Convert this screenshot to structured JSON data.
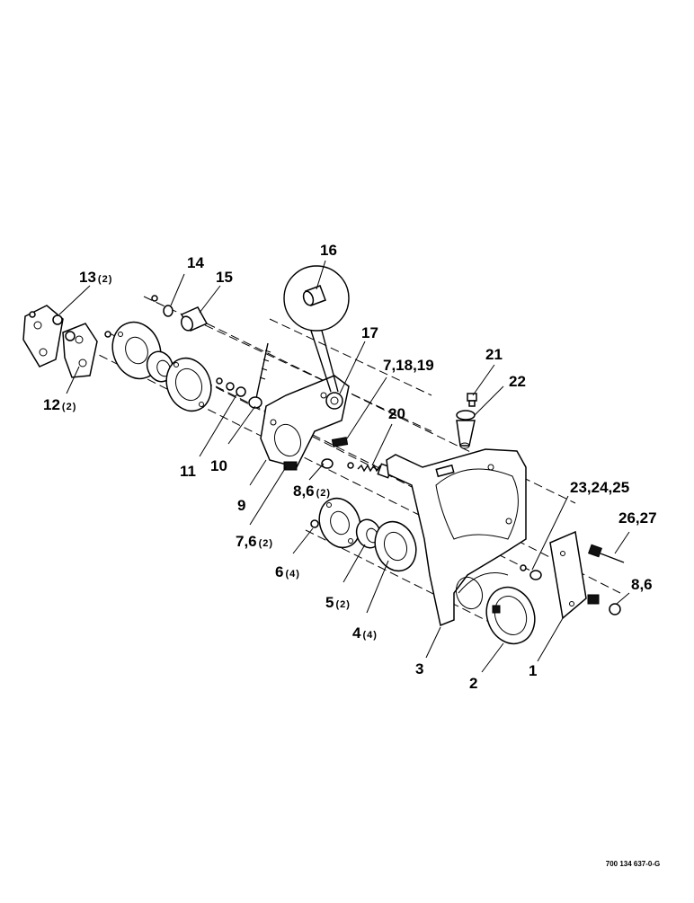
{
  "callouts": [
    {
      "id": "c16",
      "label": "16",
      "qty": ""
    },
    {
      "id": "c14",
      "label": "14",
      "qty": ""
    },
    {
      "id": "c15",
      "label": "15",
      "qty": ""
    },
    {
      "id": "c13",
      "label": "13",
      "qty": "(2)"
    },
    {
      "id": "c12",
      "label": "12",
      "qty": "(2)"
    },
    {
      "id": "c17",
      "label": "17",
      "qty": ""
    },
    {
      "id": "c7_18_19",
      "label": "7,18,19",
      "qty": ""
    },
    {
      "id": "c21",
      "label": "21",
      "qty": ""
    },
    {
      "id": "c22",
      "label": "22",
      "qty": ""
    },
    {
      "id": "c20",
      "label": "20",
      "qty": ""
    },
    {
      "id": "c11",
      "label": "11",
      "qty": ""
    },
    {
      "id": "c10",
      "label": "10",
      "qty": ""
    },
    {
      "id": "c9",
      "label": "9",
      "qty": ""
    },
    {
      "id": "c8_6a",
      "label": "8,6",
      "qty": "(2)"
    },
    {
      "id": "c7_6",
      "label": "7,6",
      "qty": "(2)"
    },
    {
      "id": "c6",
      "label": "6",
      "qty": "(4)"
    },
    {
      "id": "c5",
      "label": "5",
      "qty": "(2)"
    },
    {
      "id": "c4",
      "label": "4",
      "qty": "(4)"
    },
    {
      "id": "c23_24_25",
      "label": "23,24,25",
      "qty": ""
    },
    {
      "id": "c26_27",
      "label": "26,27",
      "qty": ""
    },
    {
      "id": "c8_6b",
      "label": "8,6",
      "qty": ""
    },
    {
      "id": "c3",
      "label": "3",
      "qty": ""
    },
    {
      "id": "c2",
      "label": "2",
      "qty": ""
    },
    {
      "id": "c1",
      "label": "1",
      "qty": ""
    }
  ],
  "drawing_code": "700 134 637-0-G"
}
